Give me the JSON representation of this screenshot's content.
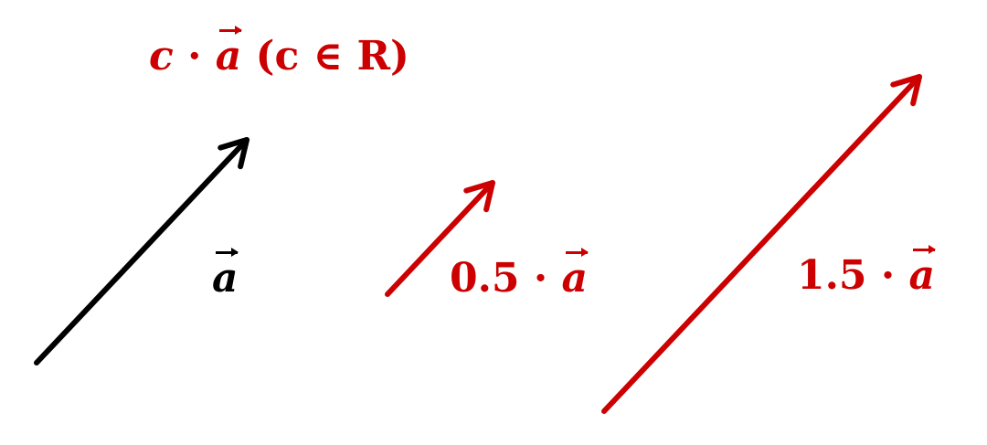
{
  "colors": {
    "base_vector": "#000000",
    "scaled_vector": "#cc0000"
  },
  "title": {
    "scalar_symbol": "c",
    "dot": "·",
    "vector_symbol": "a",
    "condition": "(c ∈ R)"
  },
  "vectors": [
    {
      "id": "a",
      "scale": 1,
      "color": "#000000",
      "label_coefficient": "",
      "label_dot": "",
      "label_vector": "a"
    },
    {
      "id": "half-a",
      "scale": 0.5,
      "color": "#cc0000",
      "label_coefficient": "0.5",
      "label_dot": "·",
      "label_vector": "a"
    },
    {
      "id": "one-and-half-a",
      "scale": 1.5,
      "color": "#cc0000",
      "label_coefficient": "1.5",
      "label_dot": "·",
      "label_vector": "a"
    }
  ]
}
